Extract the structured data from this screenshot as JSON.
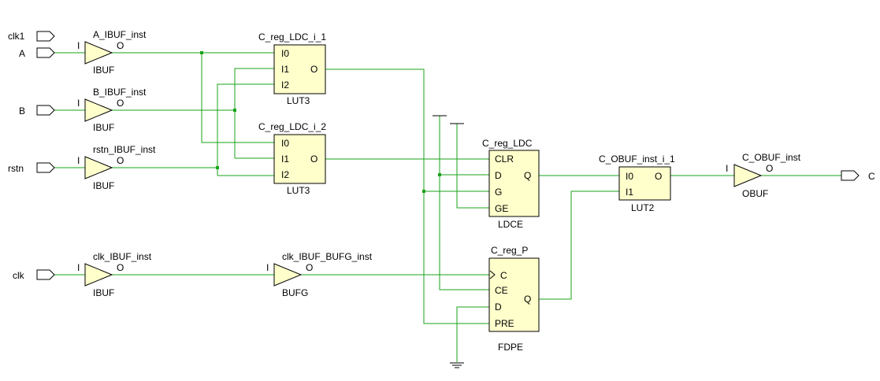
{
  "ports": {
    "clk1": "clk1",
    "A": "A",
    "B": "B",
    "rstn": "rstn",
    "clk": "clk",
    "C": "C"
  },
  "buffers": {
    "a_ibuf": {
      "inst": "A_IBUF_inst",
      "type": "IBUF",
      "in": "I",
      "out": "O"
    },
    "b_ibuf": {
      "inst": "B_IBUF_inst",
      "type": "IBUF",
      "in": "I",
      "out": "O"
    },
    "rstn_ibuf": {
      "inst": "rstn_IBUF_inst",
      "type": "IBUF",
      "in": "I",
      "out": "O"
    },
    "clk_ibuf": {
      "inst": "clk_IBUF_inst",
      "type": "IBUF",
      "in": "I",
      "out": "O"
    },
    "clk_bufg": {
      "inst": "clk_IBUF_BUFG_inst",
      "type": "BUFG",
      "in": "I",
      "out": "O"
    },
    "c_obuf": {
      "inst": "C_OBUF_inst",
      "type": "OBUF",
      "in": "I",
      "out": "O"
    }
  },
  "cells": {
    "lut1": {
      "inst": "C_reg_LDC_i_1",
      "type": "LUT3",
      "pins": [
        "I0",
        "I1",
        "I2"
      ],
      "out": "O"
    },
    "lut2": {
      "inst": "C_reg_LDC_i_2",
      "type": "LUT3",
      "pins": [
        "I0",
        "I1",
        "I2"
      ],
      "out": "O"
    },
    "ldc": {
      "inst": "C_reg_LDC",
      "type": "LDCE",
      "pins": [
        "CLR",
        "D",
        "G",
        "GE"
      ],
      "out": "Q"
    },
    "fdp": {
      "inst": "C_reg_P",
      "type": "FDPE",
      "pins": [
        "C",
        "CE",
        "D",
        "PRE"
      ],
      "out": "Q"
    },
    "lut3": {
      "inst": "C_OBUF_inst_i_1",
      "type": "LUT2",
      "pins": [
        "I0",
        "I1"
      ],
      "out": "O"
    }
  },
  "colors": {
    "wire": "#1aa31a",
    "cell_fill": "#ffffcc"
  }
}
